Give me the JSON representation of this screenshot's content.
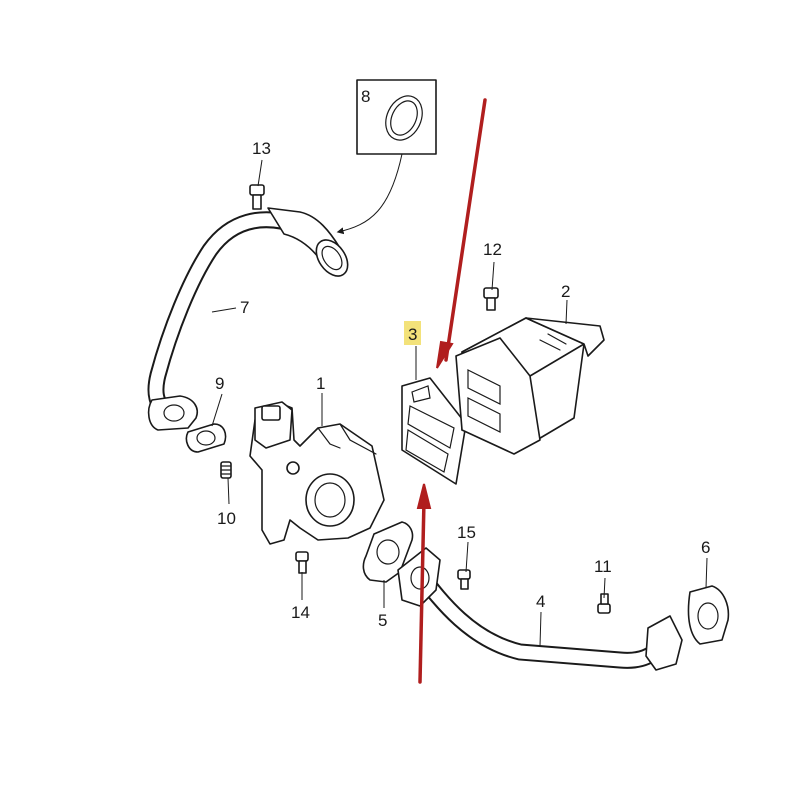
{
  "diagram": {
    "callouts": {
      "c1": "1",
      "c2": "2",
      "c3": "3",
      "c4": "4",
      "c5": "5",
      "c6": "6",
      "c7": "7",
      "c8": "8",
      "c9": "9",
      "c10": "10",
      "c11": "11",
      "c12": "12",
      "c13": "13",
      "c14": "14",
      "c15": "15"
    },
    "colors": {
      "arrow": "#b01e1e",
      "highlight": "#f3e27a",
      "line": "#1a1a1a"
    }
  }
}
